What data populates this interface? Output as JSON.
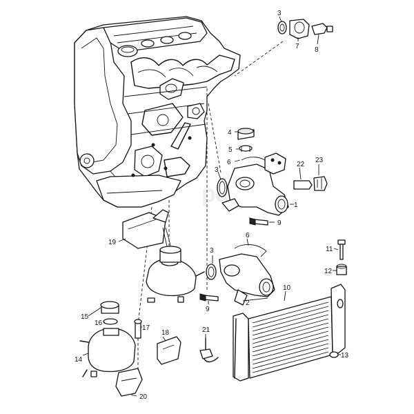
{
  "diagram": {
    "callouts": [
      {
        "id": "c1",
        "text": "1"
      },
      {
        "id": "c2",
        "text": "2"
      },
      {
        "id": "c3a",
        "text": "3"
      },
      {
        "id": "c3b",
        "text": "3"
      },
      {
        "id": "c3c",
        "text": "3"
      },
      {
        "id": "c4",
        "text": "4"
      },
      {
        "id": "c5",
        "text": "5"
      },
      {
        "id": "c6a",
        "text": "6"
      },
      {
        "id": "c6b",
        "text": "6"
      },
      {
        "id": "c7",
        "text": "7"
      },
      {
        "id": "c8",
        "text": "8"
      },
      {
        "id": "c9a",
        "text": "9"
      },
      {
        "id": "c9b",
        "text": "9"
      },
      {
        "id": "c10",
        "text": "10"
      },
      {
        "id": "c11",
        "text": "11"
      },
      {
        "id": "c12",
        "text": "12"
      },
      {
        "id": "c13",
        "text": "13"
      },
      {
        "id": "c14",
        "text": "14"
      },
      {
        "id": "c15",
        "text": "15"
      },
      {
        "id": "c16",
        "text": "16"
      },
      {
        "id": "c17",
        "text": "17"
      },
      {
        "id": "c18",
        "text": "18"
      },
      {
        "id": "c19",
        "text": "19"
      },
      {
        "id": "c20",
        "text": "20"
      },
      {
        "id": "c21",
        "text": "21"
      },
      {
        "id": "c22",
        "text": "22"
      },
      {
        "id": "c23",
        "text": "23"
      }
    ],
    "watermark": "parts"
  }
}
